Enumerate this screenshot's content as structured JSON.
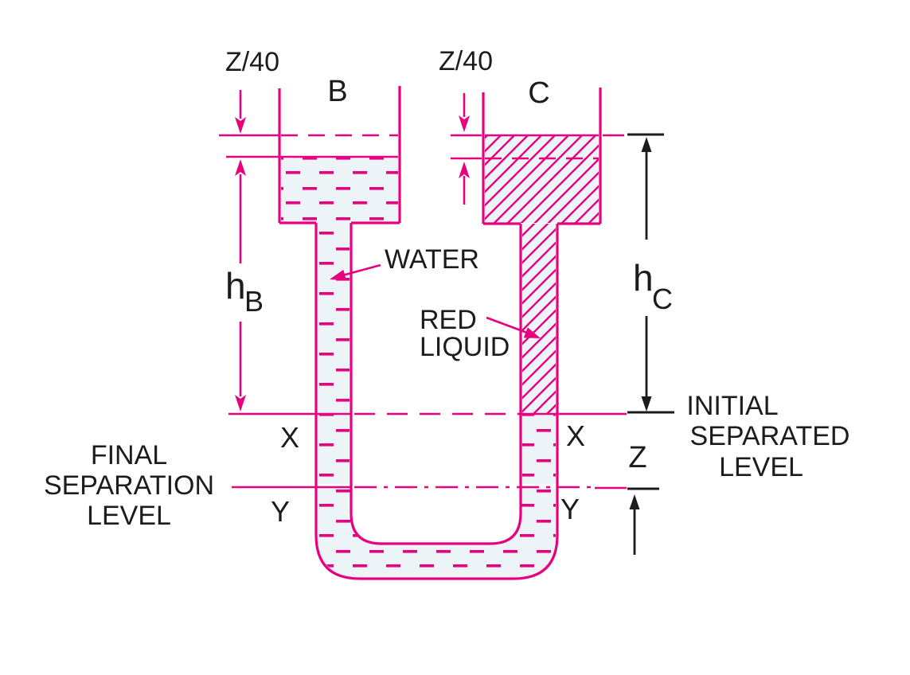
{
  "colors": {
    "accent_magenta": "#E8017F",
    "ink_black": "#1C1C1C",
    "liquid_tint": "#EDF4F8"
  },
  "vessels": {
    "left": {
      "label": "B"
    },
    "right": {
      "label": "C"
    }
  },
  "liquids": {
    "water": "WATER",
    "red": {
      "line1": "RED",
      "line2": "LIQUID"
    }
  },
  "dimensions": {
    "drop_left": "Z/40",
    "rise_right": "Z/40",
    "height_left": {
      "main": "h",
      "sub": "B"
    },
    "height_right": {
      "main": "h",
      "sub": "C"
    },
    "separation_offset": "Z"
  },
  "markers": {
    "x_left": "X",
    "x_right": "X",
    "y_left": "Y",
    "y_right": "Y"
  },
  "levels": {
    "final": {
      "line1": "FINAL",
      "line2": "SEPARATION",
      "line3": "LEVEL"
    },
    "initial": {
      "line1": "INITIAL",
      "line2": "SEPARATED",
      "line3": "LEVEL"
    }
  }
}
